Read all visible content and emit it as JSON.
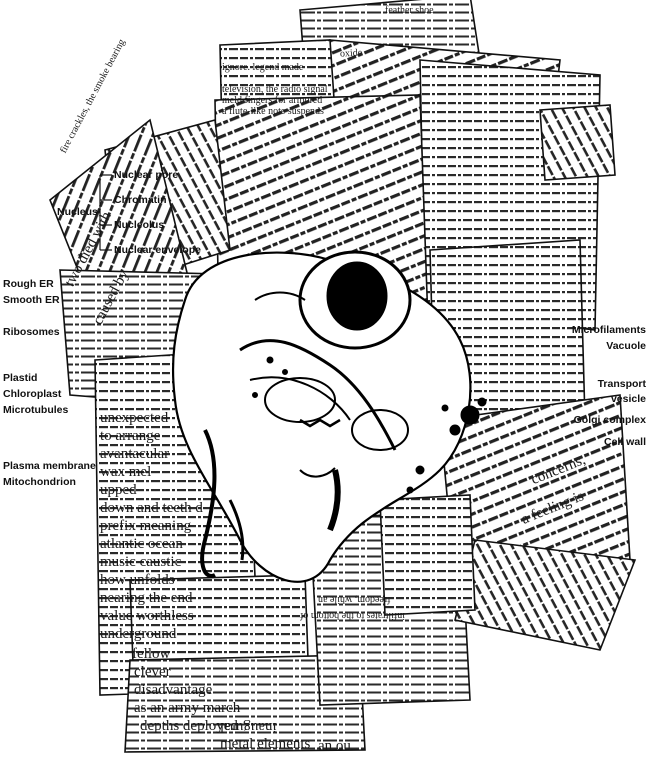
{
  "left_labels": [
    {
      "id": "nucleus",
      "text": "Nucleus"
    },
    {
      "id": "rough-er",
      "text": "Rough ER"
    },
    {
      "id": "smooth-er",
      "text": "Smooth ER"
    },
    {
      "id": "ribosomes",
      "text": "Ribosomes"
    },
    {
      "id": "plastid",
      "text": "Plastid"
    },
    {
      "id": "chloroplast",
      "text": "Chloroplast"
    },
    {
      "id": "microtubules",
      "text": "Microtubules"
    },
    {
      "id": "plasma-membrane",
      "text": "Plasma membrane"
    },
    {
      "id": "mitochondrion",
      "text": "Mitochondrion"
    }
  ],
  "nucleus_sublabels": [
    {
      "id": "nuclear-pore",
      "text": "Nuclear pore"
    },
    {
      "id": "chromatin",
      "text": "Chromatin"
    },
    {
      "id": "nucleolus",
      "text": "Nucleolus"
    },
    {
      "id": "nuclear-envelope",
      "text": "Nuclear envelope"
    }
  ],
  "right_labels": [
    {
      "id": "microfilaments",
      "text": "Microfilaments"
    },
    {
      "id": "vacuole",
      "text": "Vacuole"
    },
    {
      "id": "transport",
      "text": "Transport"
    },
    {
      "id": "vesicle",
      "text": "vesicle"
    },
    {
      "id": "golgi-complex",
      "text": "Golgi complex"
    },
    {
      "id": "cell-wall",
      "text": "Cell wall"
    }
  ],
  "text_fragments": [
    "feather shoe",
    "oxide",
    "fire crackles, the smoke bearing",
    "two died with",
    "caused by",
    "unexpected",
    "to arrange",
    "avantacular",
    "wax mel",
    "upped",
    "down and teeth d",
    "prefix meaning",
    "atlantic ocean",
    "music caustic",
    "how unfolds",
    "nearing the end",
    "value worthless",
    "underground",
    "fellow",
    "clever",
    "disadvantage",
    "as an army march",
    "depths deployed",
    "inaugural",
    "metal elements",
    "an ou",
    "ignore. legend made",
    "television, the radio signal",
    "meld fingers for armored",
    "a flute-like note suspends",
    "infiltrates to the bottom of",
    "freedom, while an",
    "a feeling is",
    "concerns,"
  ]
}
